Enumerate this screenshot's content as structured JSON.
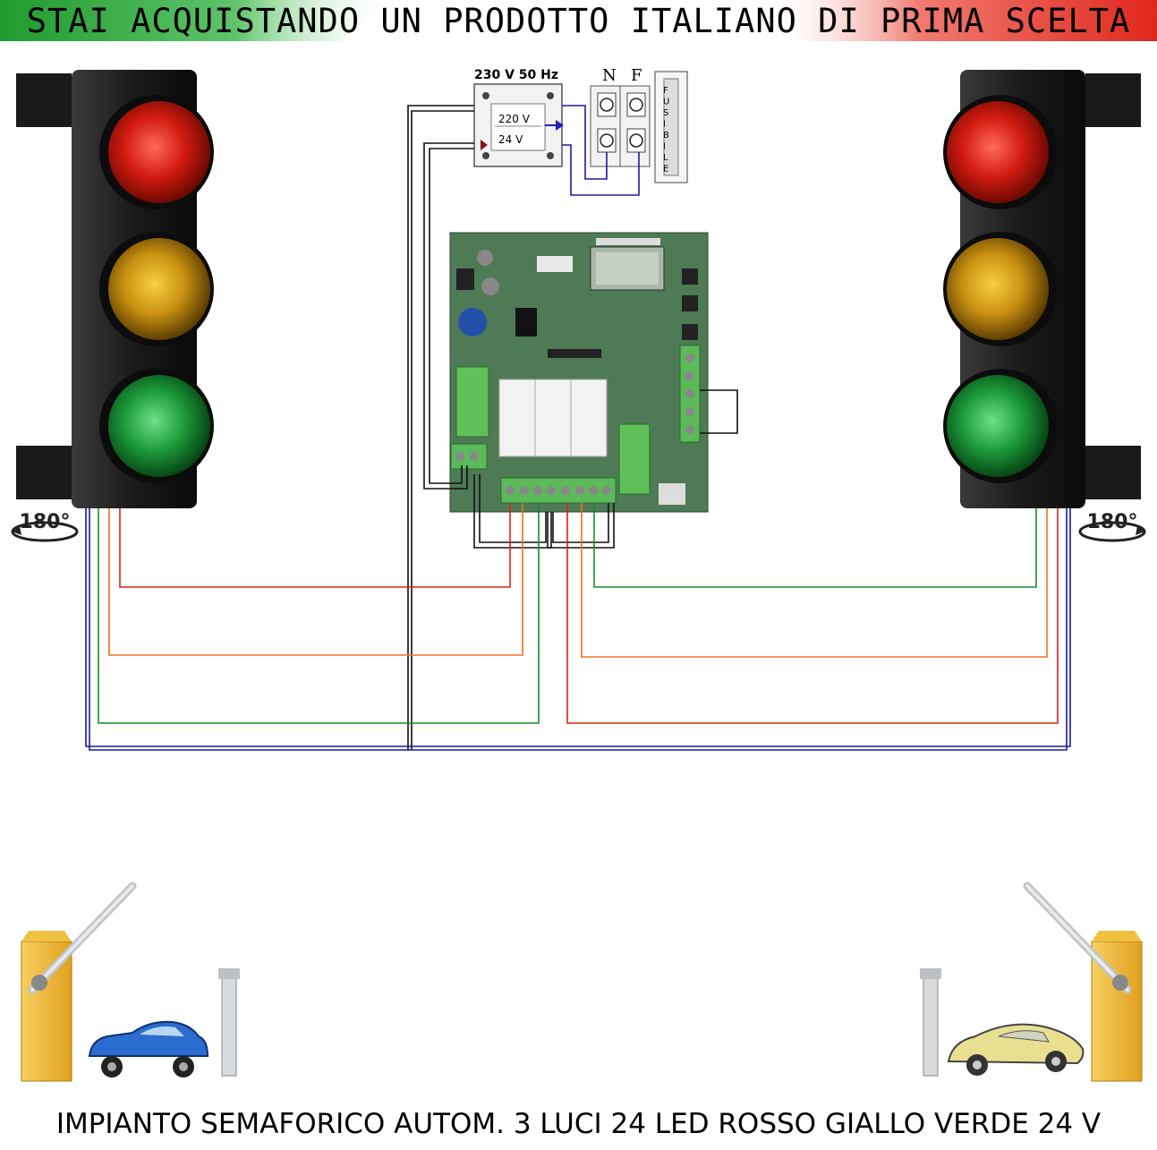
{
  "banner": {
    "text": "STAI ACQUISTANDO UN PRODOTTO ITALIANO DI PRIMA SCELTA",
    "colors": {
      "green": "#1f9a2e",
      "red": "#e0281e"
    }
  },
  "transformer": {
    "title": "230 V 50 Hz",
    "primary": "220 V",
    "secondary": "24 V"
  },
  "terminals": {
    "n": "N",
    "f": "F",
    "fuse": [
      "F",
      "U",
      "S",
      "I",
      "B",
      "I",
      "L",
      "E"
    ]
  },
  "rotation": {
    "left": "180°",
    "right": "180°"
  },
  "footer": {
    "text": "IMPIANTO SEMAFORICO AUTOM. 3 LUCI 24 LED ROSSO GIALLO VERDE 24 V"
  },
  "wire_colors": {
    "red": "#e02010",
    "orange": "#f07020",
    "green": "#1a8a2a",
    "blue": "#1a1aa0",
    "black": "#111111"
  }
}
